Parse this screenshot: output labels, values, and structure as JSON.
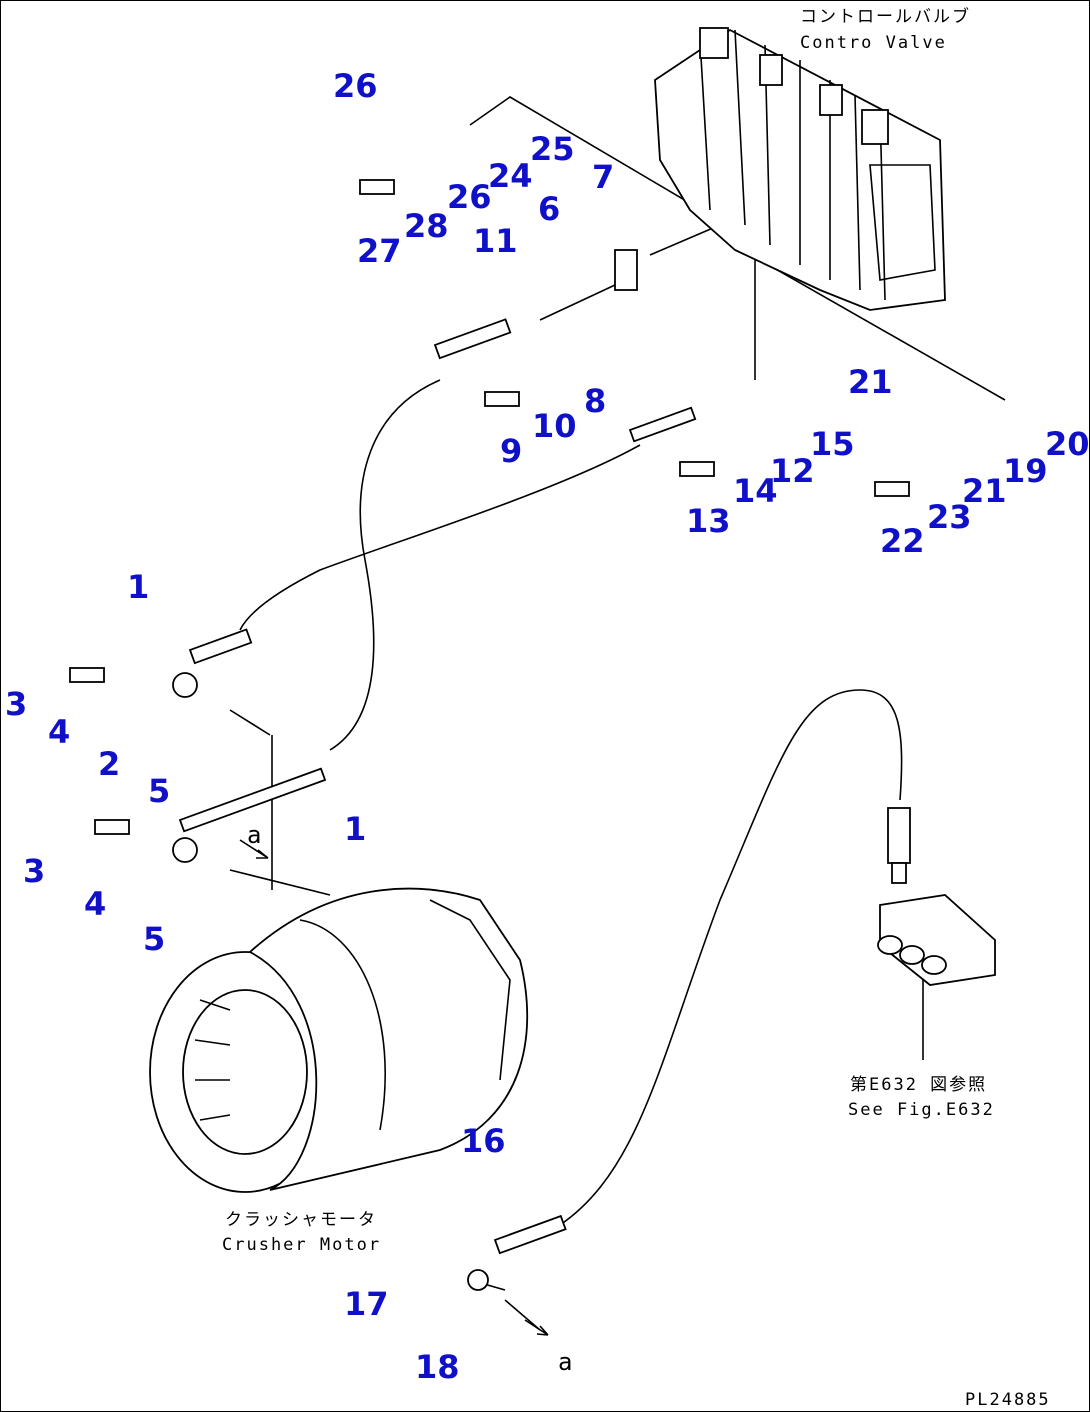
{
  "captions": {
    "control_valve_jp": "コントロールバルブ",
    "control_valve_en": "Contro  Valve",
    "crusher_motor_jp": "クラッシャモータ",
    "crusher_motor_en": "Crusher Motor",
    "see_fig_jp": "第E632 図参照",
    "see_fig_en": "See Fig.E632",
    "view_a_top": "a",
    "view_a_bottom": "a",
    "drawing_code": "PL24885"
  },
  "callouts": [
    "26",
    "25",
    "24",
    "26",
    "28",
    "27",
    "7",
    "6",
    "11",
    "8",
    "10",
    "9",
    "15",
    "12",
    "14",
    "13",
    "21",
    "20",
    "19",
    "21",
    "23",
    "22",
    "1",
    "3",
    "4",
    "2",
    "5",
    "1",
    "3",
    "4",
    "5",
    "16",
    "17",
    "18"
  ]
}
